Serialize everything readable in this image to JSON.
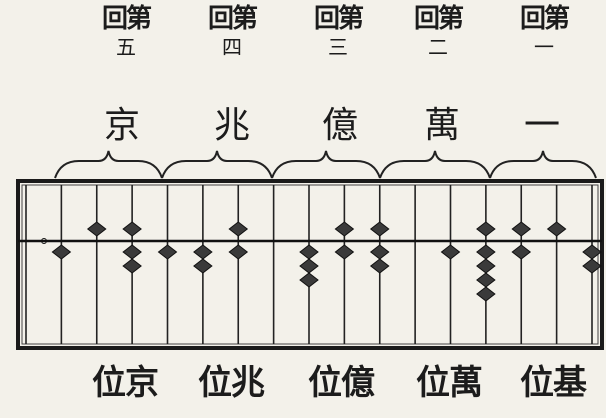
{
  "place_ordinals": [
    {
      "title": "回第",
      "numeral": "五"
    },
    {
      "title": "回第",
      "numeral": "四"
    },
    {
      "title": "回第",
      "numeral": "三"
    },
    {
      "title": "回第",
      "numeral": "二"
    },
    {
      "title": "回第",
      "numeral": "一"
    }
  ],
  "group_labels": [
    "京",
    "兆",
    "億",
    "萬",
    "一"
  ],
  "bottom_labels": [
    "位京",
    "位兆",
    "位億",
    "位萬",
    "位基"
  ],
  "abacus": {
    "rods": 17,
    "heaven_beads_on": [
      0,
      0,
      1,
      1,
      0,
      0,
      1,
      0,
      0,
      1,
      1,
      0,
      0,
      1,
      1,
      1,
      0
    ],
    "earth_beads_on": [
      0,
      1,
      0,
      2,
      1,
      2,
      1,
      0,
      3,
      1,
      2,
      0,
      1,
      4,
      1,
      0,
      2
    ]
  }
}
